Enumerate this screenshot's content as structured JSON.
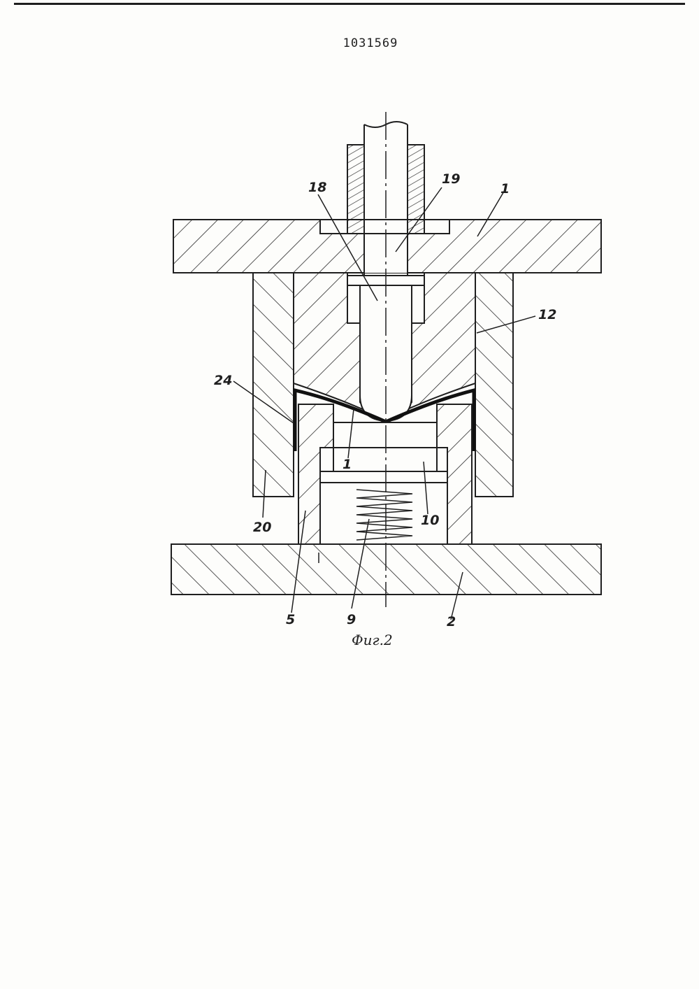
{
  "document": {
    "patent_number": "1031569",
    "figure_caption": "Фиг.2"
  },
  "labels": {
    "l18": "18",
    "l19": "19",
    "l1_top": "1",
    "l12": "12",
    "l24": "24",
    "l1_mid": "1",
    "l10": "10",
    "l20": "20",
    "l5": "5",
    "l9": "9",
    "l2": "2"
  },
  "colors": {
    "ink": "#1f1f1f",
    "paper": "#fdfdfb"
  }
}
